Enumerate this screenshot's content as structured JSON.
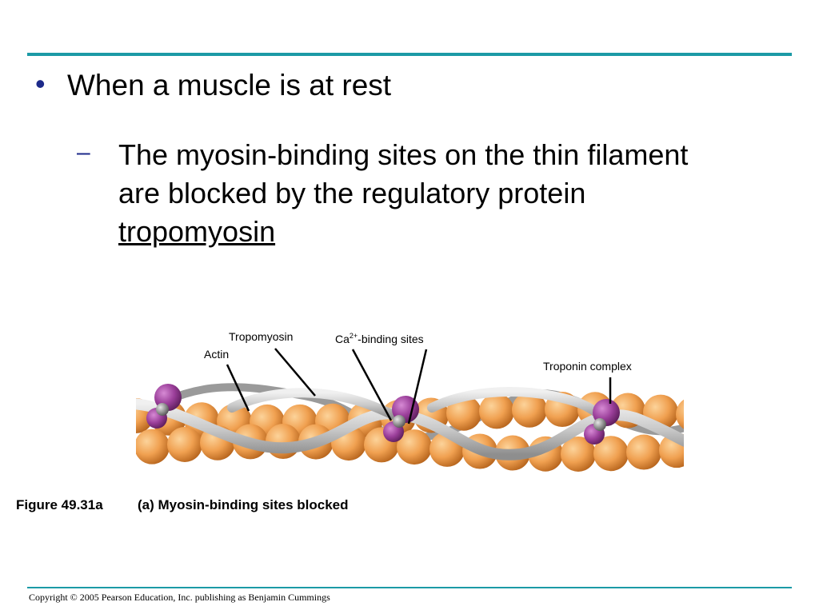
{
  "slide": {
    "bullet": "When a muscle is at rest",
    "sub_bullet_line1": "The myosin-binding sites on the thin filament",
    "sub_bullet_line2": "are blocked by the regulatory protein",
    "sub_bullet_term": "tropomyosin"
  },
  "figure": {
    "labels": {
      "tropomyosin": "Tropomyosin",
      "actin": "Actin",
      "ca_prefix": "Ca",
      "ca_superscript": "2+",
      "ca_suffix": "-binding sites",
      "troponin": "Troponin complex"
    },
    "number": "Figure 49.31a",
    "caption": "(a) Myosin-binding sites blocked"
  },
  "footer": {
    "copyright": "Copyright © 2005 Pearson Education, Inc. publishing as Benjamin Cummings"
  },
  "colors": {
    "accent_rule": "#1b9aa6",
    "bullet_marker": "#1d2a8a",
    "actin_orange": "#f0a050",
    "troponin_purple": "#9b3f9a",
    "tropomyosin_gray": "#c9c9c9"
  }
}
